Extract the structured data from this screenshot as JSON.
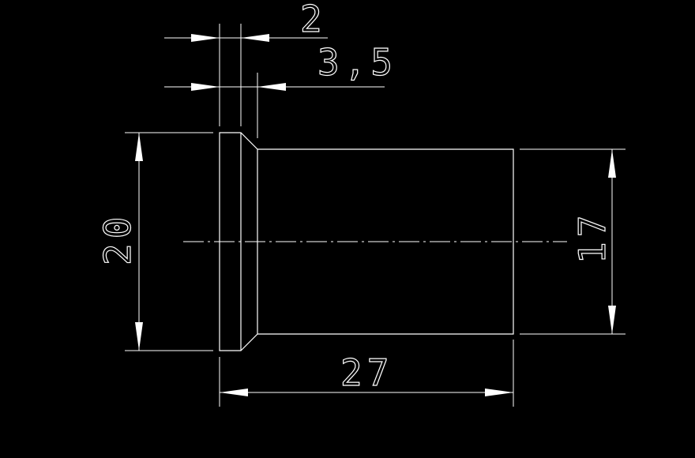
{
  "drawing": {
    "dimensions": {
      "flange_thickness": "2",
      "chamfer_offset": "3,5",
      "flange_diameter": "20",
      "body_diameter": "17",
      "overall_length": "27"
    },
    "colors": {
      "background": "#000000",
      "lines": "#ffffff"
    }
  }
}
